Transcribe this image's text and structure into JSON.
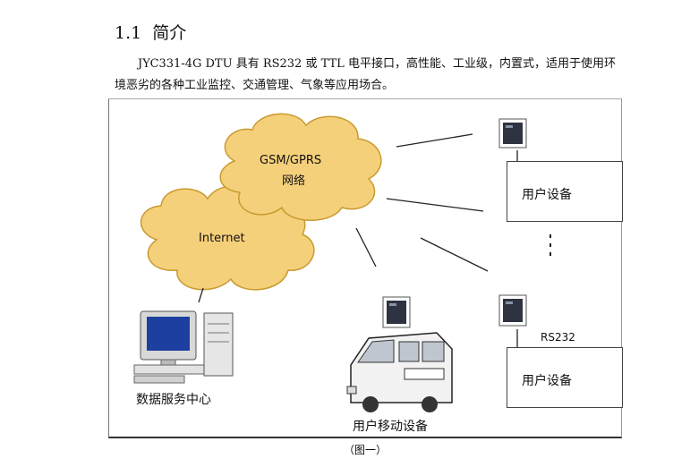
{
  "section": {
    "number": "1.1",
    "title": "简介"
  },
  "paragraph": {
    "line1": "JYC331-4G DTU 具有 RS232 或 TTL 电平接口，高性能、工业级，内置式，适用于使用环",
    "line2": "境恶劣的各种工业监控、交通管理、气象等应用场合。"
  },
  "diagram": {
    "cloud_gsm_line1": "GSM/GPRS",
    "cloud_gsm_line2": "网络",
    "cloud_internet": "Internet",
    "server_label": "数据服务中心",
    "mobile_label": "用户移动设备",
    "user_device_top": "用户设备",
    "user_device_bottom": "用户设备",
    "rs232_label": "RS232",
    "cloud_color": "#f5d07a",
    "cloud_stroke": "#c99a2e"
  },
  "caption": "（图一）"
}
